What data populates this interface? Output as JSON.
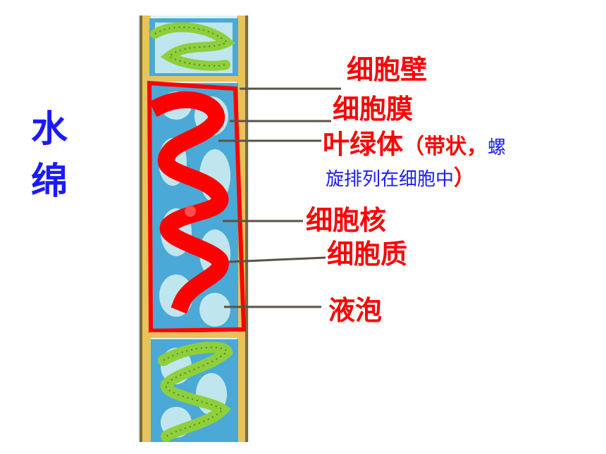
{
  "title": {
    "line1": "水",
    "line2": "绵"
  },
  "labels": {
    "cell_wall": "细胞壁",
    "cell_membrane": "细胞膜",
    "chloroplast": "叶绿体",
    "chloroplast_note_open": "（带状，",
    "chloroplast_note_blue1": "螺",
    "chloroplast_note_blue2": "旋排列在细胞中",
    "chloroplast_note_close": "）",
    "nucleus": "细胞核",
    "cytoplasm": "细胞质",
    "vacuole": "液泡"
  },
  "colors": {
    "label_red": "#ff0000",
    "title_blue": "#1a1aff",
    "leader_line": "#5a524a",
    "cell_wall_tan": "#e8c25a",
    "cytoplasm_blue": "#4aa9d6",
    "vacuole_lightblue": "#bfe6ee",
    "chloroplast_green": "#8fcf3c",
    "highlight_red": "#ff0000"
  }
}
